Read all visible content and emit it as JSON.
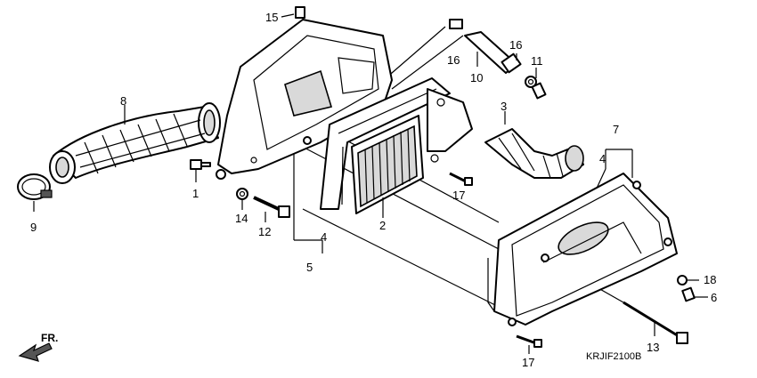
{
  "labels": [
    {
      "id": "1",
      "text": "1"
    },
    {
      "id": "2",
      "text": "2"
    },
    {
      "id": "3",
      "text": "3"
    },
    {
      "id": "4a",
      "text": "4"
    },
    {
      "id": "4b",
      "text": "4"
    },
    {
      "id": "5",
      "text": "5"
    },
    {
      "id": "6",
      "text": "6"
    },
    {
      "id": "7",
      "text": "7"
    },
    {
      "id": "8",
      "text": "8"
    },
    {
      "id": "9",
      "text": "9"
    },
    {
      "id": "10",
      "text": "10"
    },
    {
      "id": "11",
      "text": "11"
    },
    {
      "id": "12",
      "text": "12"
    },
    {
      "id": "13",
      "text": "13"
    },
    {
      "id": "14",
      "text": "14"
    },
    {
      "id": "15",
      "text": "15"
    },
    {
      "id": "16a",
      "text": "16"
    },
    {
      "id": "16b",
      "text": "16"
    },
    {
      "id": "17a",
      "text": "17"
    },
    {
      "id": "17b",
      "text": "17"
    },
    {
      "id": "18",
      "text": "18"
    }
  ],
  "direction_label": "FR.",
  "diagram_code": "KRJIF2100B"
}
